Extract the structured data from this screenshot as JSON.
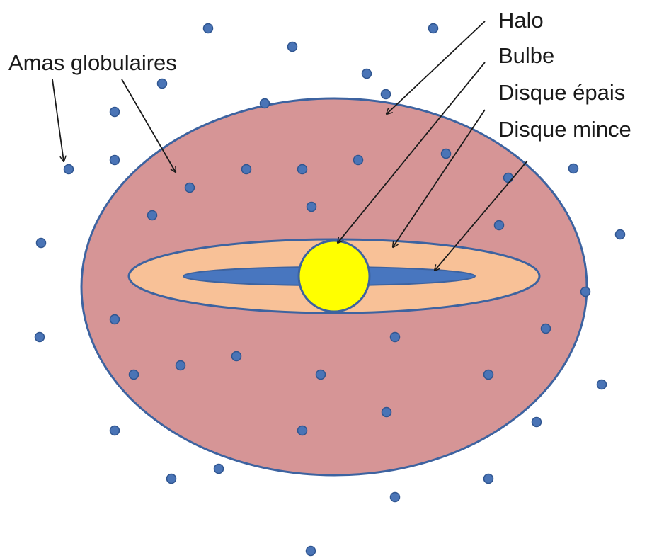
{
  "labels": {
    "globular_clusters": "Amas globulaires",
    "halo": "Halo",
    "bulge": "Bulbe",
    "thick_disk": "Disque épais",
    "thin_disk": "Disque mince"
  },
  "colors": {
    "halo_fill": "#d69596",
    "halo_stroke": "#3d63a0",
    "thick_disk_fill": "#f8c197",
    "thin_disk_fill": "#4876bf",
    "bulge_fill": "#ffff00",
    "cluster_fill": "#4a74b6",
    "cluster_stroke": "#2f5590",
    "arrow": "#1a1a1a"
  }
}
